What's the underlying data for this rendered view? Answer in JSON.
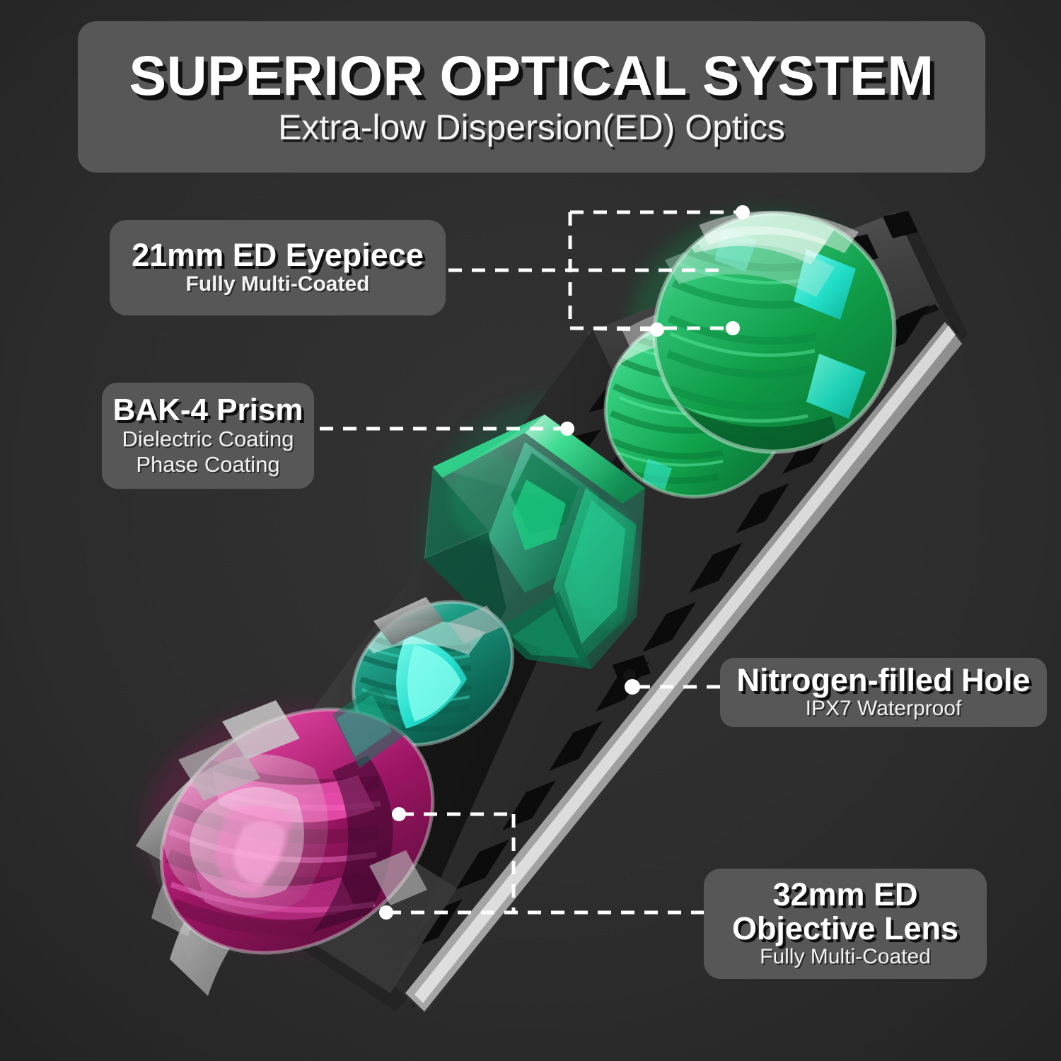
{
  "background_color": "#2b2b2b",
  "panel_color": "#575757",
  "accent_colors": {
    "eyepiece_lens_green": "#17a84a",
    "lens_cyan_highlight": "#25e8d8",
    "prism_green": "#2f8a62",
    "objective_lens_magenta": "#c2227e",
    "objective_lens_pink": "#ef52b4",
    "barrel_dark": "#1d1d1d",
    "barrel_silver": "#cfcfcf",
    "leader_line": "#ffffff"
  },
  "header": {
    "title": "SUPERIOR OPTICAL SYSTEM",
    "subtitle": "Extra-low Dispersion(ED) Optics"
  },
  "callouts": [
    {
      "id": "eyepiece",
      "title": "21mm ED Eyepiece",
      "sub_lines": [
        "Fully Multi-Coated"
      ]
    },
    {
      "id": "prism",
      "title": "BAK-4 Prism",
      "sub_lines": [
        "Dielectric Coating",
        "Phase Coating"
      ]
    },
    {
      "id": "nitrogen",
      "title": "Nitrogen-filled Hole",
      "sub_lines": [
        "IPX7 Waterproof"
      ]
    },
    {
      "id": "objective",
      "title_lines": [
        "32mm ED",
        "Objective Lens"
      ],
      "sub_lines": [
        "Fully Multi-Coated"
      ]
    }
  ],
  "diagram": {
    "subject": "binocular-barrel-cutaway",
    "components": [
      "21mm ED eyepiece lens group",
      "BAK-4 roof prism",
      "field lens element",
      "32mm ED objective lens",
      "nitrogen-filled hole"
    ],
    "leader_dot_count": 7
  }
}
